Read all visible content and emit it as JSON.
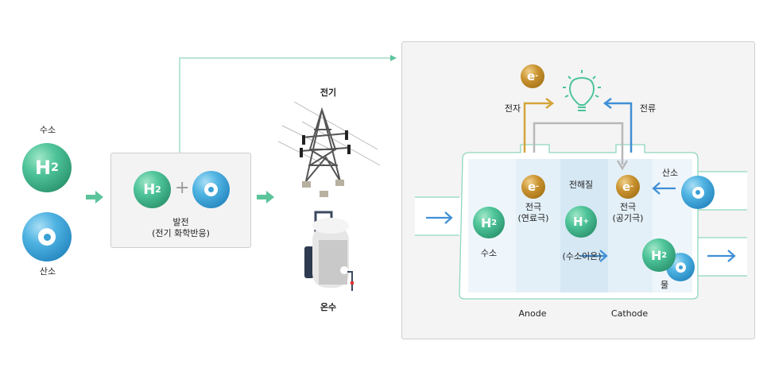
{
  "left": {
    "hydrogen_label": "수소",
    "hydrogen_symbol": "H",
    "hydrogen_sub": "2",
    "oxygen_label": "산소",
    "oxygen_symbol": "O"
  },
  "reaction_box": {
    "h_symbol": "H",
    "h_sub": "2",
    "plus": "+",
    "o_symbol": "O",
    "title": "발전",
    "subtitle": "(전기 화학반응)"
  },
  "outputs": {
    "electricity_label": "전기",
    "hot_water_label": "온수"
  },
  "cell": {
    "electron_top_symbol": "e",
    "electron_top_sup": "-",
    "electron_label": "전자",
    "current_label": "전류",
    "hydrogen_label": "수소",
    "hydrogen_symbol": "H",
    "hydrogen_sub": "2",
    "anode_electrode_symbol": "e",
    "anode_electrode_sup": "-",
    "anode_electrode_label": "전극",
    "anode_electrode_sub": "(연료극)",
    "electrolyte_label": "전해질",
    "ion_symbol": "H",
    "ion_sup": "+",
    "ion_label": "(수소이온)",
    "cathode_electrode_symbol": "e",
    "cathode_electrode_sup": "-",
    "cathode_electrode_label": "전극",
    "cathode_electrode_sub": "(공기극)",
    "oxygen_label": "산소",
    "oxygen_symbol": "O",
    "water_label": "물",
    "water_h_symbol": "H",
    "water_h_sub": "2",
    "water_o_symbol": "O",
    "anode_label": "Anode",
    "cathode_label": "Cathode"
  },
  "colors": {
    "green_accent": "#5cc49b",
    "teal_line": "#7fd3b4",
    "electron_gold": "#d4a53a",
    "current_blue": "#3f8fd6",
    "flow_gray": "#b8b8b8",
    "bulb_green": "#4cc49b"
  }
}
